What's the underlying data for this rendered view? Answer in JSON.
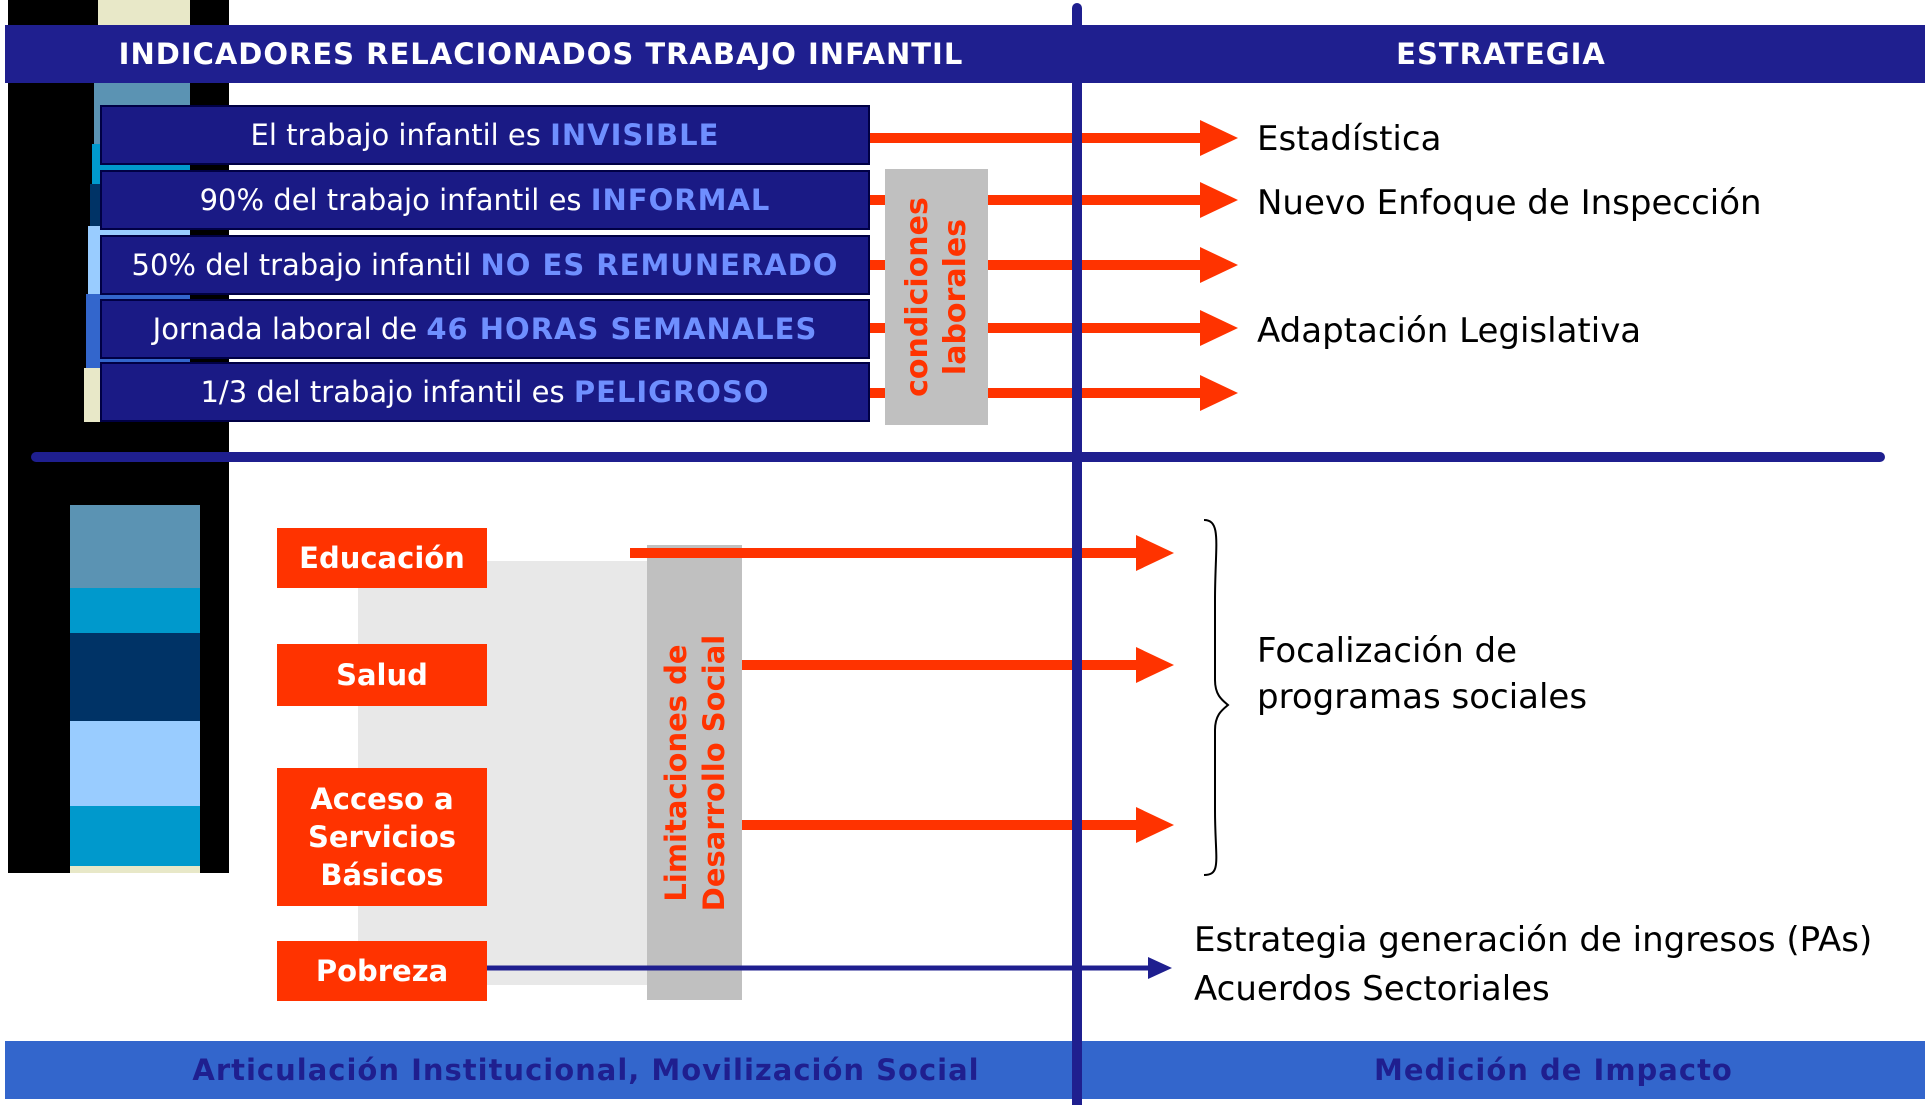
{
  "header": {
    "left_title": "INDICADORES RELACIONADOS TRABAJO INFANTIL",
    "right_title": "ESTRATEGIA"
  },
  "indicators": [
    {
      "prefix": "El trabajo infantil es ",
      "highlight": "INVISIBLE"
    },
    {
      "prefix": "90% del trabajo infantil es ",
      "highlight": "INFORMAL"
    },
    {
      "prefix": "50% del trabajo infantil ",
      "highlight": "NO ES REMUNERADO"
    },
    {
      "prefix": "Jornada laboral de ",
      "highlight": "46 HORAS SEMANALES"
    },
    {
      "prefix": "1/3 del trabajo infantil es ",
      "highlight": "PELIGROSO"
    }
  ],
  "condiciones": {
    "line1": "condiciones",
    "line2": "laborales"
  },
  "strategies_top": {
    "estadistica": "Estadística",
    "inspeccion": "Nuevo Enfoque de Inspección",
    "adaptacion": "Adaptación Legislativa"
  },
  "factors": {
    "educacion": "Educación",
    "salud": "Salud",
    "acceso_1": "Acceso a",
    "acceso_2": "Servicios",
    "acceso_3": "Básicos",
    "pobreza": "Pobreza"
  },
  "limitaciones": {
    "line1": "Limitaciones de",
    "line2": "Desarrollo Social"
  },
  "strategies_bottom": {
    "focalizacion_1": "Focalización de",
    "focalizacion_2": "programas sociales",
    "ingresos": "Estrategia generación de ingresos (PAs)",
    "acuerdos": "Acuerdos Sectoriales"
  },
  "footer": {
    "left": "Articulación Institucional, Movilización Social",
    "right": "Medición de Impacto"
  },
  "colors": {
    "navy": "#1f1f8f",
    "orange": "#ff3300",
    "blue_band": "#3366cc",
    "highlight": "#6f8fff",
    "gray": "#c0c0c0",
    "light_gray": "#e8e8e8"
  }
}
